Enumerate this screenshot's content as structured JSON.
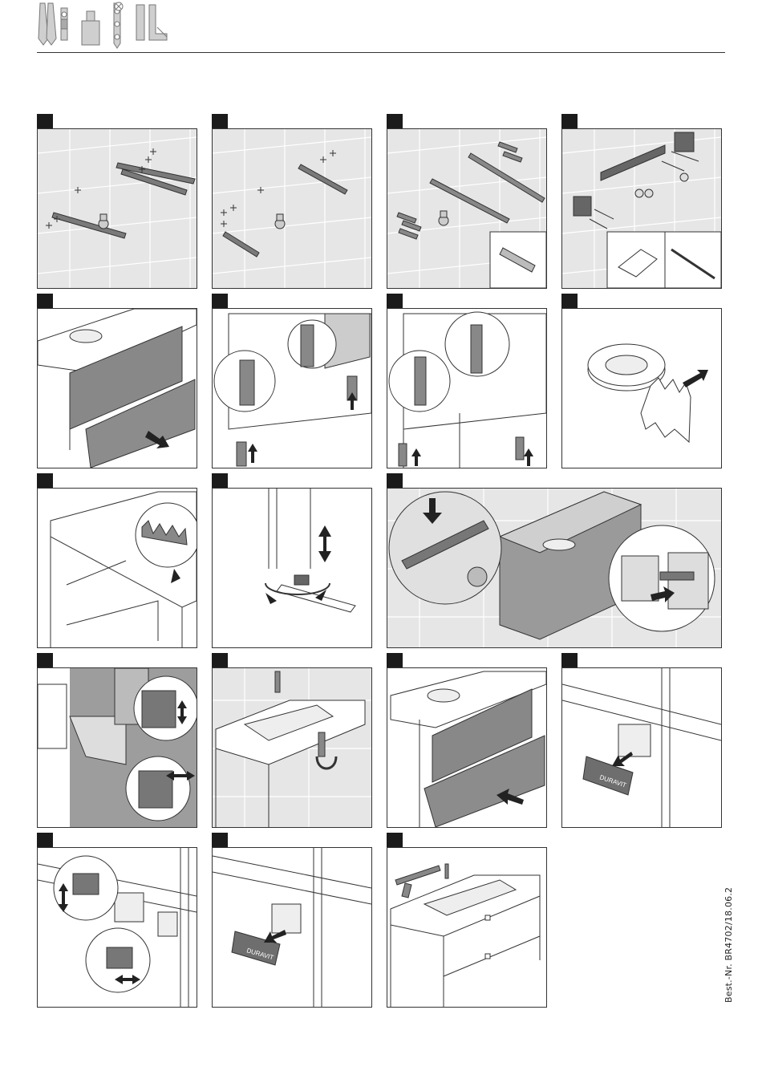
{
  "document": {
    "type": "assembly instructions",
    "order_number": "Best.-Nr. BR4702/18.06.2",
    "brand_label": "DURAVIT"
  },
  "header": {
    "tool_icons": [
      "screwdriver-icon",
      "drill-icon",
      "spirit-level-icon",
      "pencil-icon",
      "wrench-icon"
    ]
  },
  "steps": [
    {
      "id": 1,
      "scene": "wall-drilling-marks"
    },
    {
      "id": 2,
      "scene": "wall-drilling-marks-alt"
    },
    {
      "id": 3,
      "scene": "wall-anchors-inserted"
    },
    {
      "id": 4,
      "scene": "wall-brackets-mounted"
    },
    {
      "id": 5,
      "scene": "remove-drawers"
    },
    {
      "id": 6,
      "scene": "attach-front-legs"
    },
    {
      "id": 7,
      "scene": "attach-rear-legs"
    },
    {
      "id": 8,
      "scene": "seal-strip-roll"
    },
    {
      "id": 9,
      "scene": "apply-seal-strip"
    },
    {
      "id": 10,
      "scene": "adjust-leg-height"
    },
    {
      "id": 11,
      "scene": "hang-vanity-on-brackets"
    },
    {
      "id": 12,
      "scene": "adjust-bracket-screws"
    },
    {
      "id": 13,
      "scene": "connect-siphon"
    },
    {
      "id": 14,
      "scene": "insert-drawers"
    },
    {
      "id": 15,
      "scene": "attach-brand-badge"
    },
    {
      "id": 16,
      "scene": "cover-caps"
    },
    {
      "id": 17,
      "scene": "badge-inserted"
    },
    {
      "id": 18,
      "scene": "silicone-seal"
    }
  ]
}
